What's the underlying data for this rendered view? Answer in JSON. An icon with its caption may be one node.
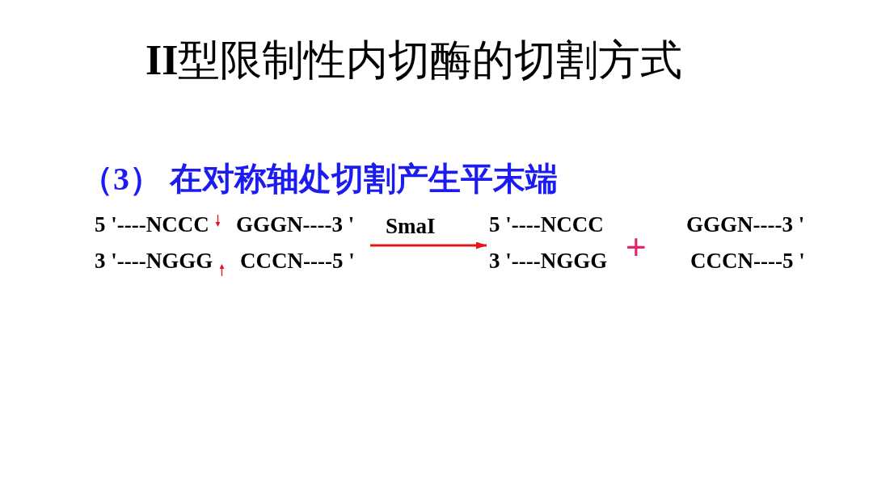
{
  "diagram": {
    "title": "**II**型限制性内切酶的切割方式",
    "nodes": [
      {
        "text": [
          "5 '----NCCC",
          "GGGN----3 '",
          "3 '----NGGG",
          "CCCN----5 '"
        ]
      },
      {
        "text": [
          "5 '----NCCC",
          "3 '----NGGG"
        ]
      },
      {
        "text": [
          "GGGN----3 '",
          "CCCN----5 '"
        ]
      }
    ],
    "edges": [
      {
        "from": 0,
        "to": 1,
        "arrow": "to",
        "label": "SmaI",
        "color": "#e8141c"
      }
    ],
    "labels": [
      "（3） 在对称轴处切割产生平末端",
      "+"
    ]
  }
}
